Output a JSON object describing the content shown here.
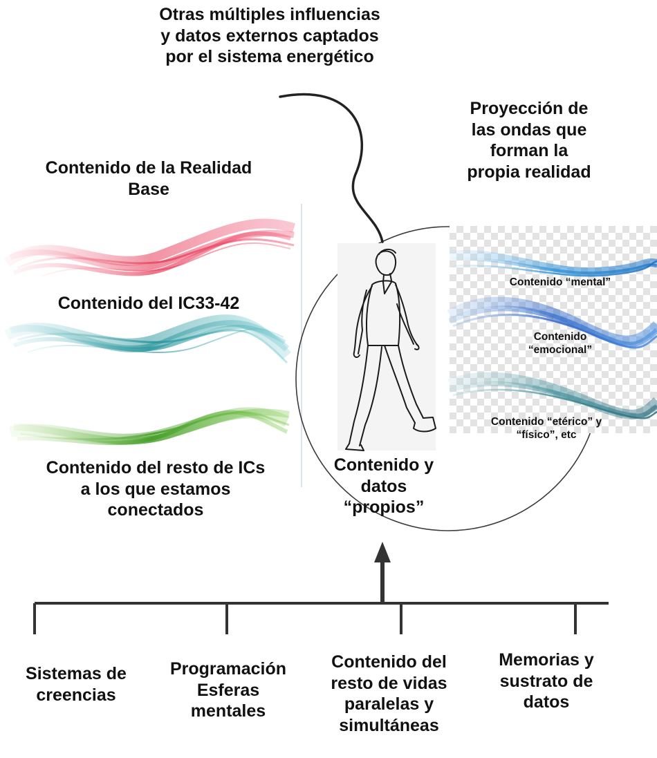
{
  "top_label": "Otras múltiples influencias\ny datos externos captados\npor el sistema energético",
  "projection_label": "Proyección de\nlas ondas que\nforman la\npropia realidad",
  "left_waves": {
    "realidad_base": "Contenido de la Realidad\nBase",
    "ic33": "Contenido del IC33-42",
    "resto_ics": "Contenido del resto de ICs\na los que estamos\nconectados"
  },
  "right_waves": {
    "mental": "Contenido “mental”",
    "emocional": "Contenido\n“emocional”",
    "eterico": "Contenido “etérico” y\n“físico”, etc"
  },
  "center_label": "Contenido y\ndatos\n“propios”",
  "bottom_items": [
    "Sistemas de\ncreencias",
    "Programación\nEsferas\nmentales",
    "Contenido del\nresto de vidas\nparalelas y\nsimultáneas",
    "Memorias y\nsustrato de\ndatos"
  ],
  "colors": {
    "red_wave": "#e63a58",
    "teal_wave": "#3aaab0",
    "green_wave": "#6ab83a",
    "blue_wave": "#3a9fdc",
    "lines": "#333333"
  },
  "icons": [
    "walking-person-icon",
    "up-arrow-icon"
  ]
}
